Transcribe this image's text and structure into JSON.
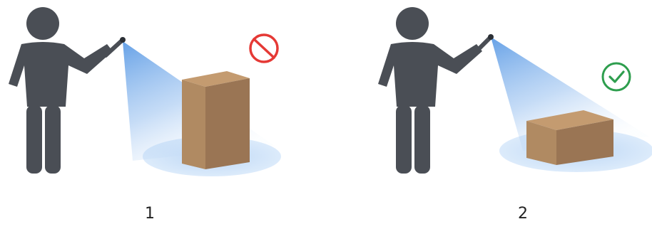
{
  "steps": [
    {
      "label": "1",
      "status": "incorrect",
      "status_icon": "prohibited-icon",
      "box": "upright"
    },
    {
      "label": "2",
      "status": "correct",
      "status_icon": "check-circle-icon",
      "box": "lying-flat"
    }
  ],
  "colors": {
    "figure": "#4a4e55",
    "beam": "#4a90e2",
    "floor_glow": "#cfe2f8",
    "box_front": "#9a7554",
    "box_side": "#b08a62",
    "box_top": "#c49b70",
    "prohibited": "#e53935",
    "check": "#2e9e4e"
  }
}
